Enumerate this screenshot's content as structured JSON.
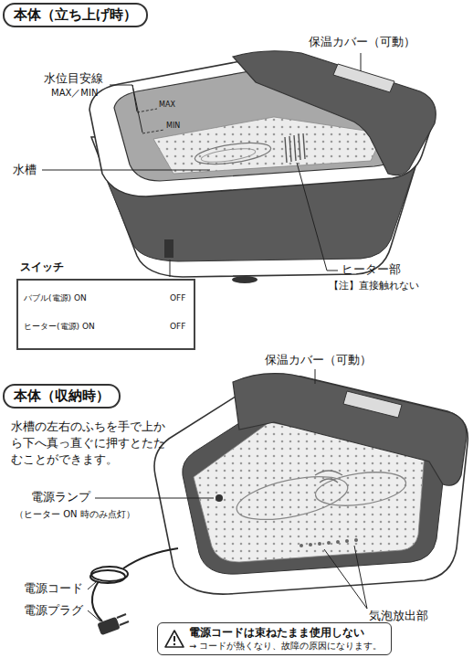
{
  "diagram": {
    "nodes": [
      {
        "text": [
          "本体（立ち上げ時）"
        ]
      },
      {
        "text": [
          "スイッチ",
          "バブル(電源) ON",
          "OFF",
          "ヒーター(電源) ON",
          "OFF"
        ]
      },
      {
        "text": [
          "本体（収納時）"
        ]
      },
      {
        "text": [
          "電源コードは束ねたまま使用しない",
          "→ コードが熱くなり、故障の原因になります。"
        ]
      }
    ],
    "labels": [
      "保温カバー（可動）",
      "水位目安線",
      "MAX／MIN",
      "MAX",
      "MIN",
      "水槽",
      "ヒーター部",
      "【注】直接触れない",
      "保温カバー（可動）",
      "水槽の左右のふちを手で上から下へ真っ直ぐに押すとたたむことができます。",
      "電源ランプ",
      "（ヒーター ON 時のみ点灯）",
      "電源コード",
      "電源プラグ",
      "気泡放出部"
    ]
  }
}
